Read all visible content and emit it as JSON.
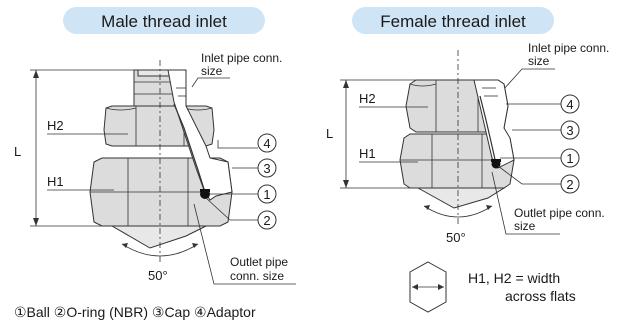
{
  "left": {
    "title": "Male thread inlet",
    "inlet_label_1": "Inlet pipe conn.",
    "inlet_label_2": "size",
    "h2": "H2",
    "h1": "H1",
    "l": "L",
    "outlet_label_1": "Outlet pipe",
    "outlet_label_2": "conn. size",
    "angle": "50°",
    "callouts": [
      "4",
      "3",
      "1",
      "2"
    ]
  },
  "right": {
    "title": "Female thread inlet",
    "inlet_label_1": "Inlet pipe conn.",
    "inlet_label_2": "size",
    "h2": "H2",
    "h1": "H1",
    "l": "L",
    "outlet_label_1": "Outlet pipe conn.",
    "outlet_label_2": "size",
    "angle": "50°",
    "callouts": [
      "4",
      "3",
      "1",
      "2"
    ]
  },
  "legend": {
    "text": "①Ball ②O-ring (NBR) ③Cap ④Adaptor"
  },
  "hex_note": {
    "line1": "H1, H2 = width",
    "line2": "across flats"
  }
}
